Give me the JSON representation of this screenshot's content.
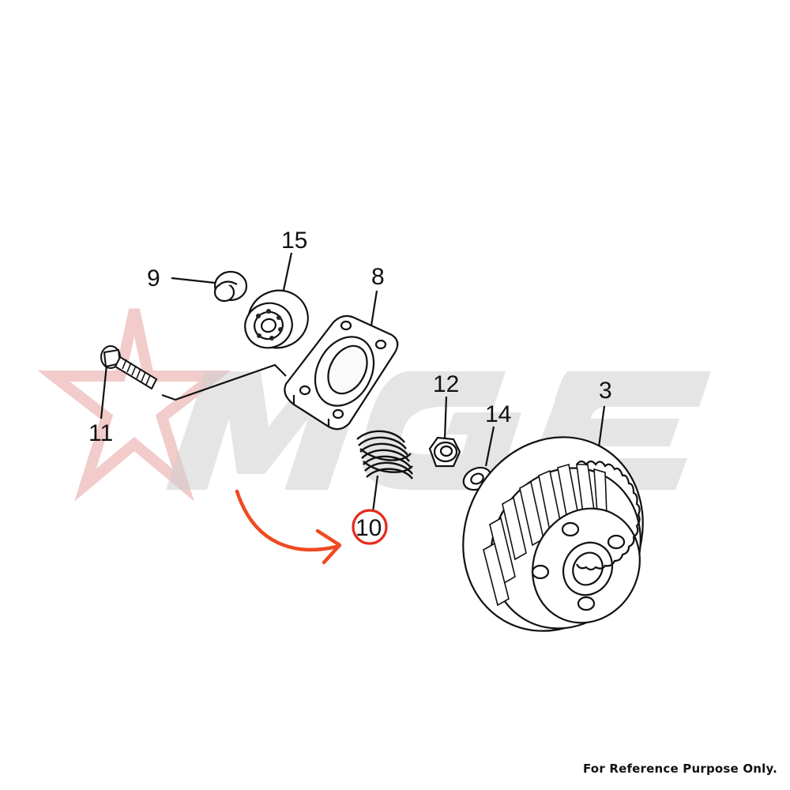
{
  "diagram": {
    "callouts": {
      "bolt": "11",
      "cap": "9",
      "bearing": "15",
      "holder": "8",
      "spring": "10",
      "nut": "12",
      "washer": "14",
      "clutch_gear": "3"
    },
    "highlighted_part": "10",
    "watermark": {
      "text": "MGE"
    }
  },
  "footer": {
    "note": "For Reference Purpose Only."
  },
  "colors": {
    "highlight": "#e52b1f",
    "arrow": "#ef4a23",
    "line_art": "#111111",
    "watermark_star": "#e8a0a0",
    "watermark_text": "#d8d8d8"
  }
}
